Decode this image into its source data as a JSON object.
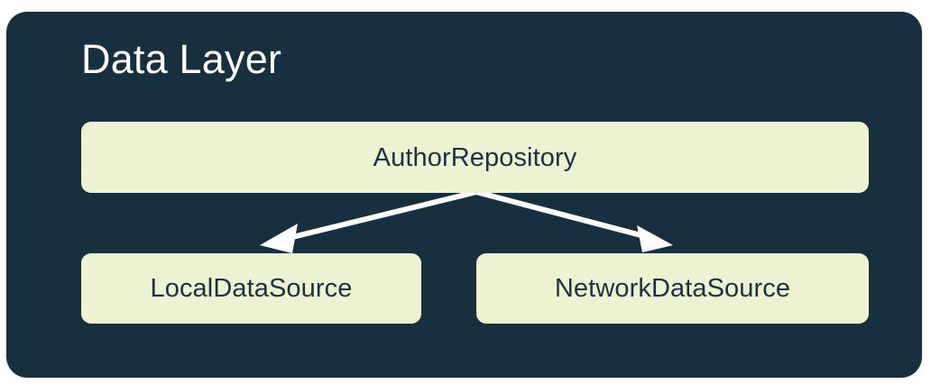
{
  "diagram": {
    "type": "architecture-layer-diagram",
    "panel": {
      "title": "Data Layer",
      "background_color": "#17303F",
      "title_color": "#FFFFFF"
    },
    "node_style": {
      "fill_color": "#EDF2D1",
      "text_color": "#1B3243"
    },
    "nodes": [
      {
        "id": "repository",
        "label": "AuthorRepository",
        "role": "repository"
      },
      {
        "id": "local",
        "label": "LocalDataSource",
        "role": "data-source"
      },
      {
        "id": "network",
        "label": "NetworkDataSource",
        "role": "data-source"
      }
    ],
    "edges": [
      {
        "from": "repository",
        "to": "local",
        "arrow_color": "#FFFFFF",
        "direction": "down-left"
      },
      {
        "from": "repository",
        "to": "network",
        "arrow_color": "#FFFFFF",
        "direction": "down-right"
      }
    ]
  }
}
